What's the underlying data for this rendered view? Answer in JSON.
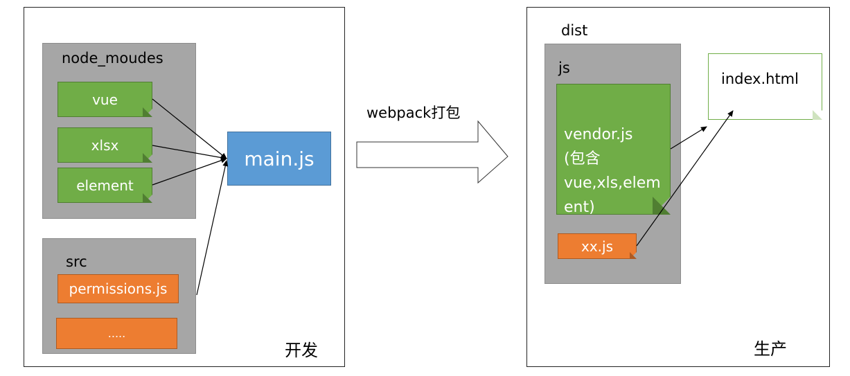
{
  "left": {
    "panel_label": "开发",
    "node_modules": {
      "title": "node_moudes",
      "items": [
        "vue",
        "xlsx",
        "element"
      ]
    },
    "src": {
      "title": "src",
      "items": [
        "permissions.js",
        "....."
      ]
    },
    "main": "main.js"
  },
  "arrow_label": "webpack打包",
  "right": {
    "panel_label": "生产",
    "dist": "dist",
    "js_folder": "js",
    "vendor": "vendor.js\n(包含\nvue,xls,elem\nent)",
    "xx": "xx.js",
    "index": "index.html"
  },
  "colors": {
    "green": "#70ad47",
    "orange": "#ed7d31",
    "blue": "#5b9bd5",
    "gray": "#a6a6a6"
  }
}
